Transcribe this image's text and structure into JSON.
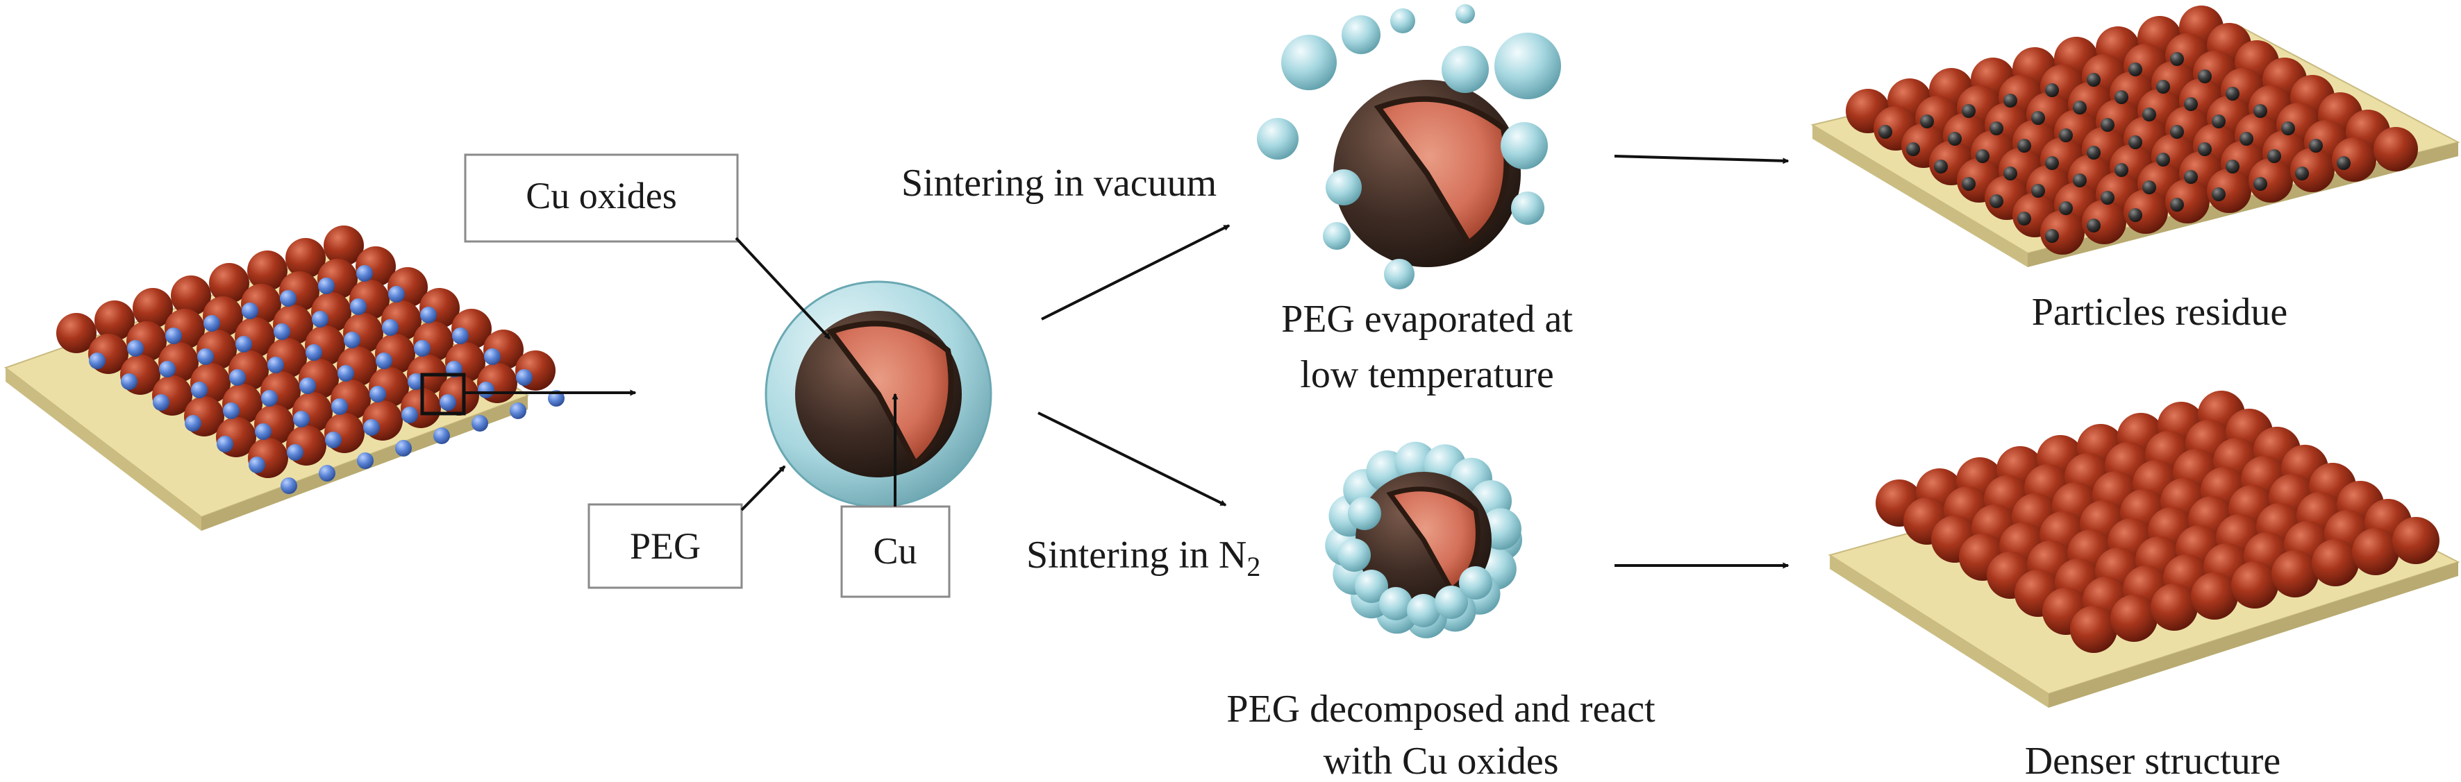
{
  "labels": {
    "cu_oxides": "Cu oxides",
    "peg": "PEG",
    "cu": "Cu",
    "sintering_vacuum": "Sintering in vacuum",
    "sintering_n2_prefix": "Sintering in N",
    "sintering_n2_sub": "2",
    "peg_evaporated_line1": "PEG evaporated at",
    "peg_evaporated_line2": "low temperature",
    "peg_decomposed_line1": "PEG decomposed and react",
    "peg_decomposed_line2": "with Cu oxides",
    "particles_residue": "Particles residue",
    "denser_structure": "Denser structure"
  },
  "colors": {
    "copper": "#a8361c",
    "copper_core": "#d4705a",
    "oxide_shell": "#3e2c24",
    "peg_shell": "#9fd3dc",
    "peg_dots": "#5b84d6",
    "substrate": "#ecdfa6",
    "residue_dots": "#3b3b3b"
  }
}
